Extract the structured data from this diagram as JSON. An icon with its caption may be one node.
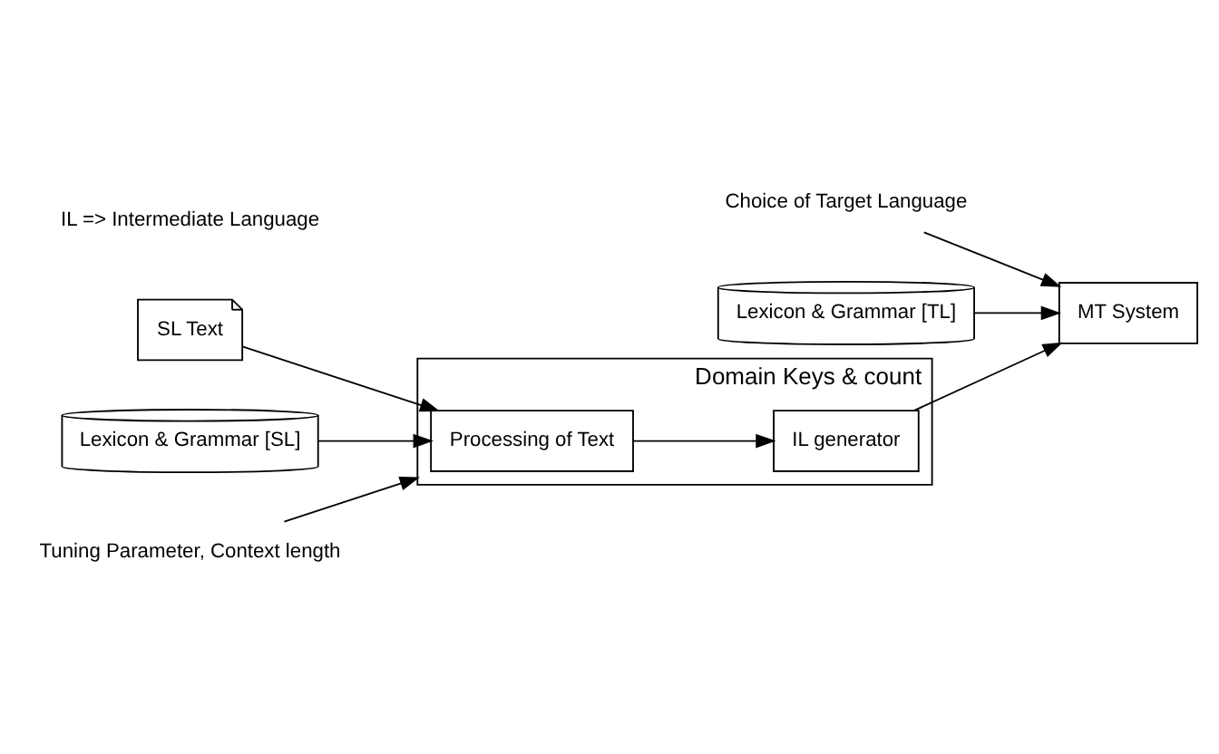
{
  "diagram": {
    "nodes": [
      {
        "text": [
          "Domain Keys & count"
        ]
      },
      {
        "text": [
          "SL Text"
        ]
      },
      {
        "text": [
          "Processing of Text"
        ],
        "in": 0
      },
      {
        "text": [
          "IL generator"
        ],
        "in": 0
      },
      {
        "text": [
          "Lexicon & Grammar [SL]"
        ]
      },
      {
        "text": [
          "Tuning Parameter, Context length"
        ]
      },
      {
        "text": [
          "MT System"
        ]
      },
      {
        "text": [
          "Choice of Target Language"
        ]
      },
      {
        "text": [
          "Lexicon & Grammar [TL]"
        ]
      }
    ],
    "edges": [
      {
        "from": 4,
        "to": 2,
        "arrow": "to"
      },
      {
        "from": 1,
        "to": 2,
        "arrow": "to"
      },
      {
        "from": 2,
        "to": 3,
        "arrow": "to"
      },
      {
        "from": 5,
        "to": 0,
        "arrow": "to"
      },
      {
        "from": 3,
        "to": 6,
        "arrow": "to"
      },
      {
        "from": 7,
        "to": 6,
        "arrow": "to"
      },
      {
        "from": 8,
        "to": 6,
        "arrow": "to"
      }
    ],
    "labels": [
      "IL => Intermediate Language"
    ]
  }
}
